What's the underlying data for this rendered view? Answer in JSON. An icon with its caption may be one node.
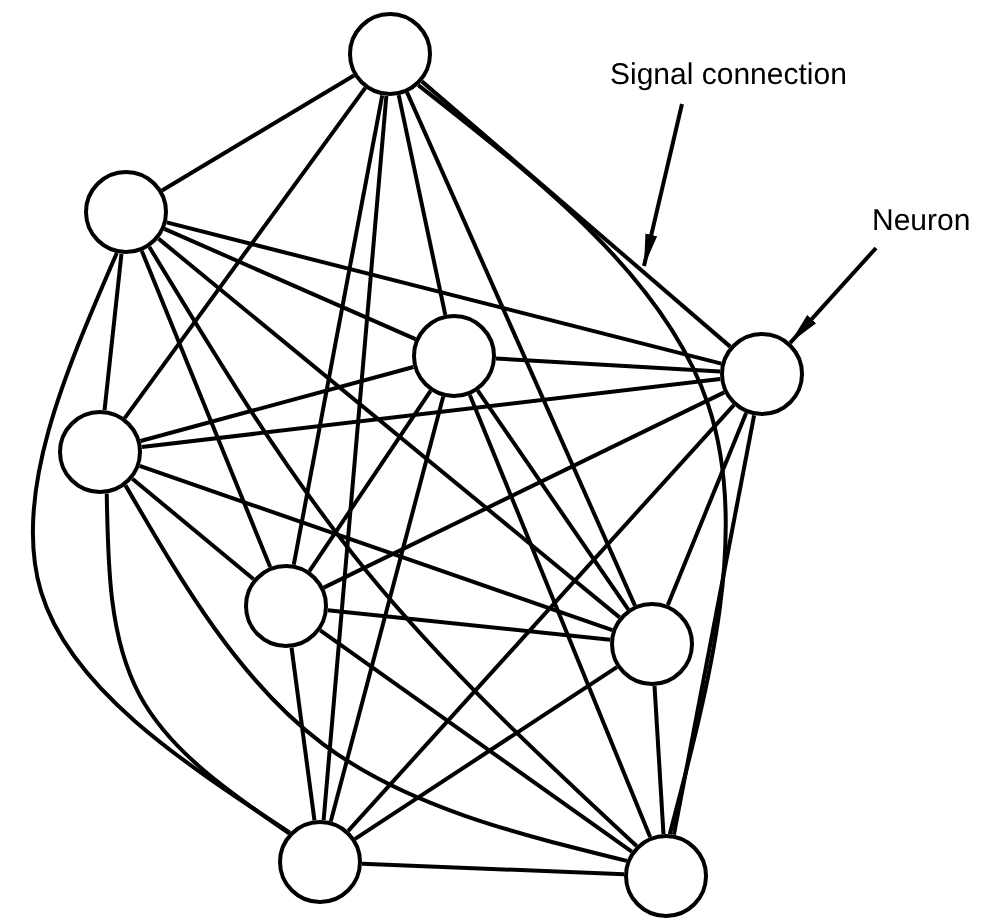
{
  "diagram": {
    "nodes": [
      {
        "text": [],
        "shape": "circle"
      },
      {
        "text": [
          "Signal connection"
        ]
      },
      {
        "text": [
          "Neuron"
        ]
      },
      {
        "text": [],
        "shape": "circle"
      },
      {
        "text": [],
        "shape": "circle"
      },
      {
        "text": [],
        "shape": "circle"
      },
      {
        "text": [],
        "shape": "circle"
      },
      {
        "text": [],
        "shape": "circle"
      },
      {
        "text": [],
        "shape": "circle"
      },
      {
        "text": [],
        "shape": "circle"
      },
      {
        "text": [],
        "shape": "circle"
      }
    ],
    "edges": [
      {
        "from": 0,
        "to": 3,
        "arrow": "none"
      },
      {
        "from": 0,
        "to": 4,
        "arrow": "none"
      },
      {
        "from": 0,
        "to": 5,
        "arrow": "none"
      },
      {
        "from": 0,
        "to": 6,
        "arrow": "none"
      },
      {
        "from": 0,
        "to": 7,
        "arrow": "none"
      },
      {
        "from": 0,
        "to": 8,
        "arrow": "none"
      },
      {
        "from": 0,
        "to": 9,
        "arrow": "none"
      },
      {
        "from": 0,
        "to": 10,
        "arrow": "none"
      },
      {
        "from": 3,
        "to": 4,
        "arrow": "none"
      },
      {
        "from": 3,
        "to": 5,
        "arrow": "none"
      },
      {
        "from": 3,
        "to": 6,
        "arrow": "none"
      },
      {
        "from": 3,
        "to": 7,
        "arrow": "none"
      },
      {
        "from": 3,
        "to": 8,
        "arrow": "none"
      },
      {
        "from": 3,
        "to": 9,
        "arrow": "none"
      },
      {
        "from": 3,
        "to": 10,
        "arrow": "none"
      },
      {
        "from": 4,
        "to": 5,
        "arrow": "none"
      },
      {
        "from": 4,
        "to": 6,
        "arrow": "none"
      },
      {
        "from": 4,
        "to": 7,
        "arrow": "none"
      },
      {
        "from": 4,
        "to": 8,
        "arrow": "none"
      },
      {
        "from": 4,
        "to": 9,
        "arrow": "none"
      },
      {
        "from": 4,
        "to": 10,
        "arrow": "none"
      },
      {
        "from": 5,
        "to": 6,
        "arrow": "none"
      },
      {
        "from": 5,
        "to": 7,
        "arrow": "none"
      },
      {
        "from": 5,
        "to": 8,
        "arrow": "none"
      },
      {
        "from": 5,
        "to": 9,
        "arrow": "none"
      },
      {
        "from": 5,
        "to": 10,
        "arrow": "none"
      },
      {
        "from": 6,
        "to": 7,
        "arrow": "none"
      },
      {
        "from": 6,
        "to": 8,
        "arrow": "none"
      },
      {
        "from": 6,
        "to": 9,
        "arrow": "none"
      },
      {
        "from": 6,
        "to": 10,
        "arrow": "none"
      },
      {
        "from": 7,
        "to": 8,
        "arrow": "none"
      },
      {
        "from": 7,
        "to": 9,
        "arrow": "none"
      },
      {
        "from": 7,
        "to": 10,
        "arrow": "none"
      },
      {
        "from": 8,
        "to": 9,
        "arrow": "none"
      },
      {
        "from": 8,
        "to": 10,
        "arrow": "none"
      },
      {
        "from": 9,
        "to": 10,
        "arrow": "none"
      },
      {
        "from": 1,
        "to": null,
        "arrow": "to"
      },
      {
        "from": 2,
        "to": 5,
        "arrow": "to"
      }
    ]
  }
}
